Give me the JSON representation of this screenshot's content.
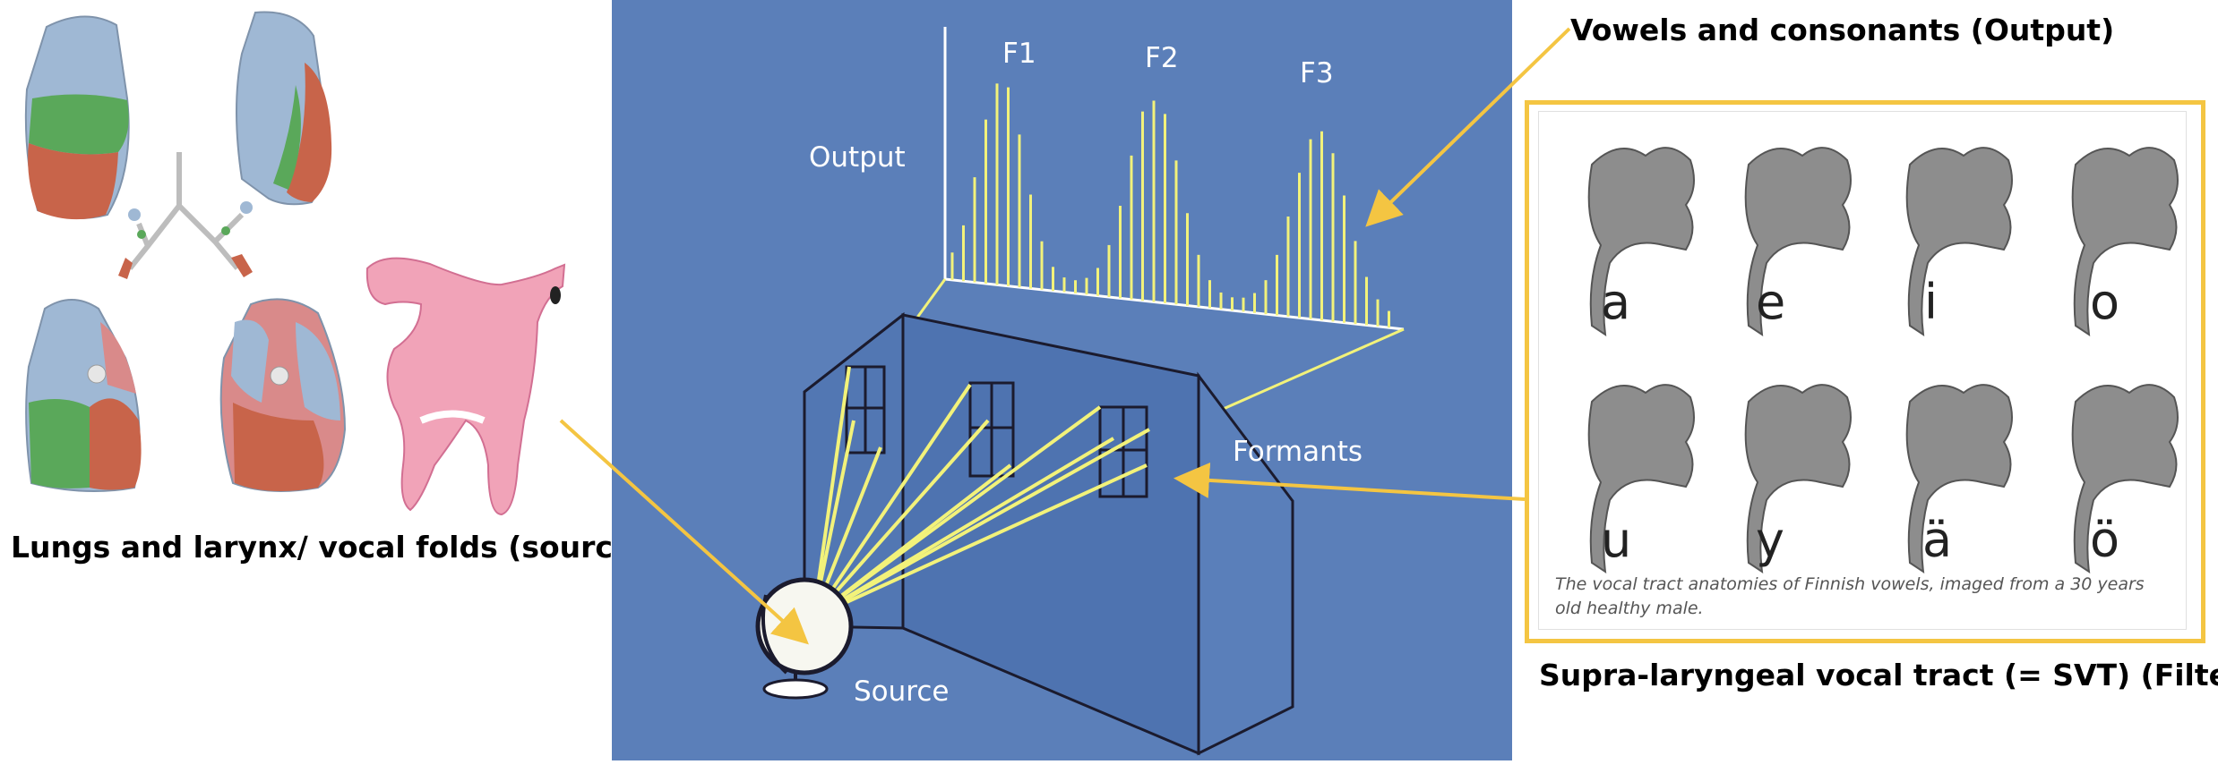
{
  "labels": {
    "source_label": "Lungs and larynx/ vocal folds (source)",
    "output_label": "Vowels and consonants (Output)",
    "filter_label": "Supra-laryngeal vocal tract (= SVT) (Filter)"
  },
  "diagram": {
    "output": "Output",
    "formants": "Formants",
    "source": "Source",
    "f1": "F1",
    "f2": "F2",
    "f3": "F3"
  },
  "vowels": {
    "row1": [
      "a",
      "e",
      "i",
      "o"
    ],
    "row2": [
      "u",
      "y",
      "ä",
      "ö"
    ],
    "caption_line1": "The vocal tract anatomies of Finnish vowels, imaged from a 30 years",
    "caption_line2": "old healthy male."
  },
  "colors": {
    "panel_blue": "#5b7fb9",
    "highlight_yellow": "#f4c542",
    "beam_yellow": "#f2f27a",
    "lung_blue": "#9fb8d4",
    "lung_green": "#5aa85a",
    "lung_red": "#c8644a",
    "larynx_pink": "#f1a3b8"
  }
}
